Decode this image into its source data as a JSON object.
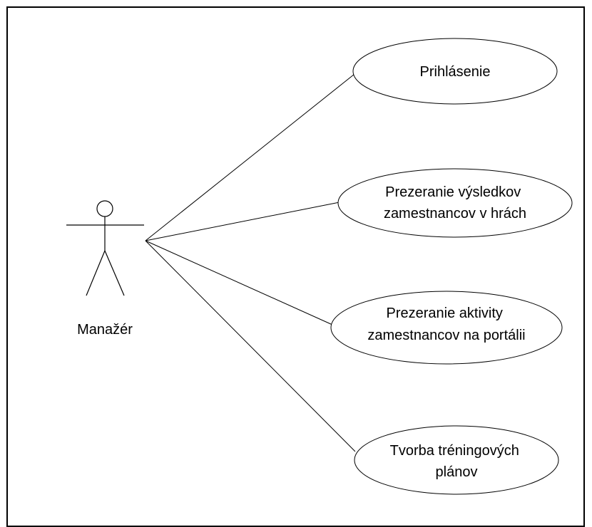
{
  "diagram": {
    "type": "use-case",
    "actor": {
      "name": "Manažér"
    },
    "use_cases": [
      {
        "id": "uc1",
        "lines": [
          "Prihlásenie"
        ]
      },
      {
        "id": "uc2",
        "lines": [
          "Prezeranie výsledkov",
          "zamestnancov v hrách"
        ]
      },
      {
        "id": "uc3",
        "lines": [
          "Prezeranie aktivity",
          "zamestnancov na portálii"
        ]
      },
      {
        "id": "uc4",
        "lines": [
          "Tvorba tréningových",
          "plánov"
        ]
      }
    ]
  }
}
